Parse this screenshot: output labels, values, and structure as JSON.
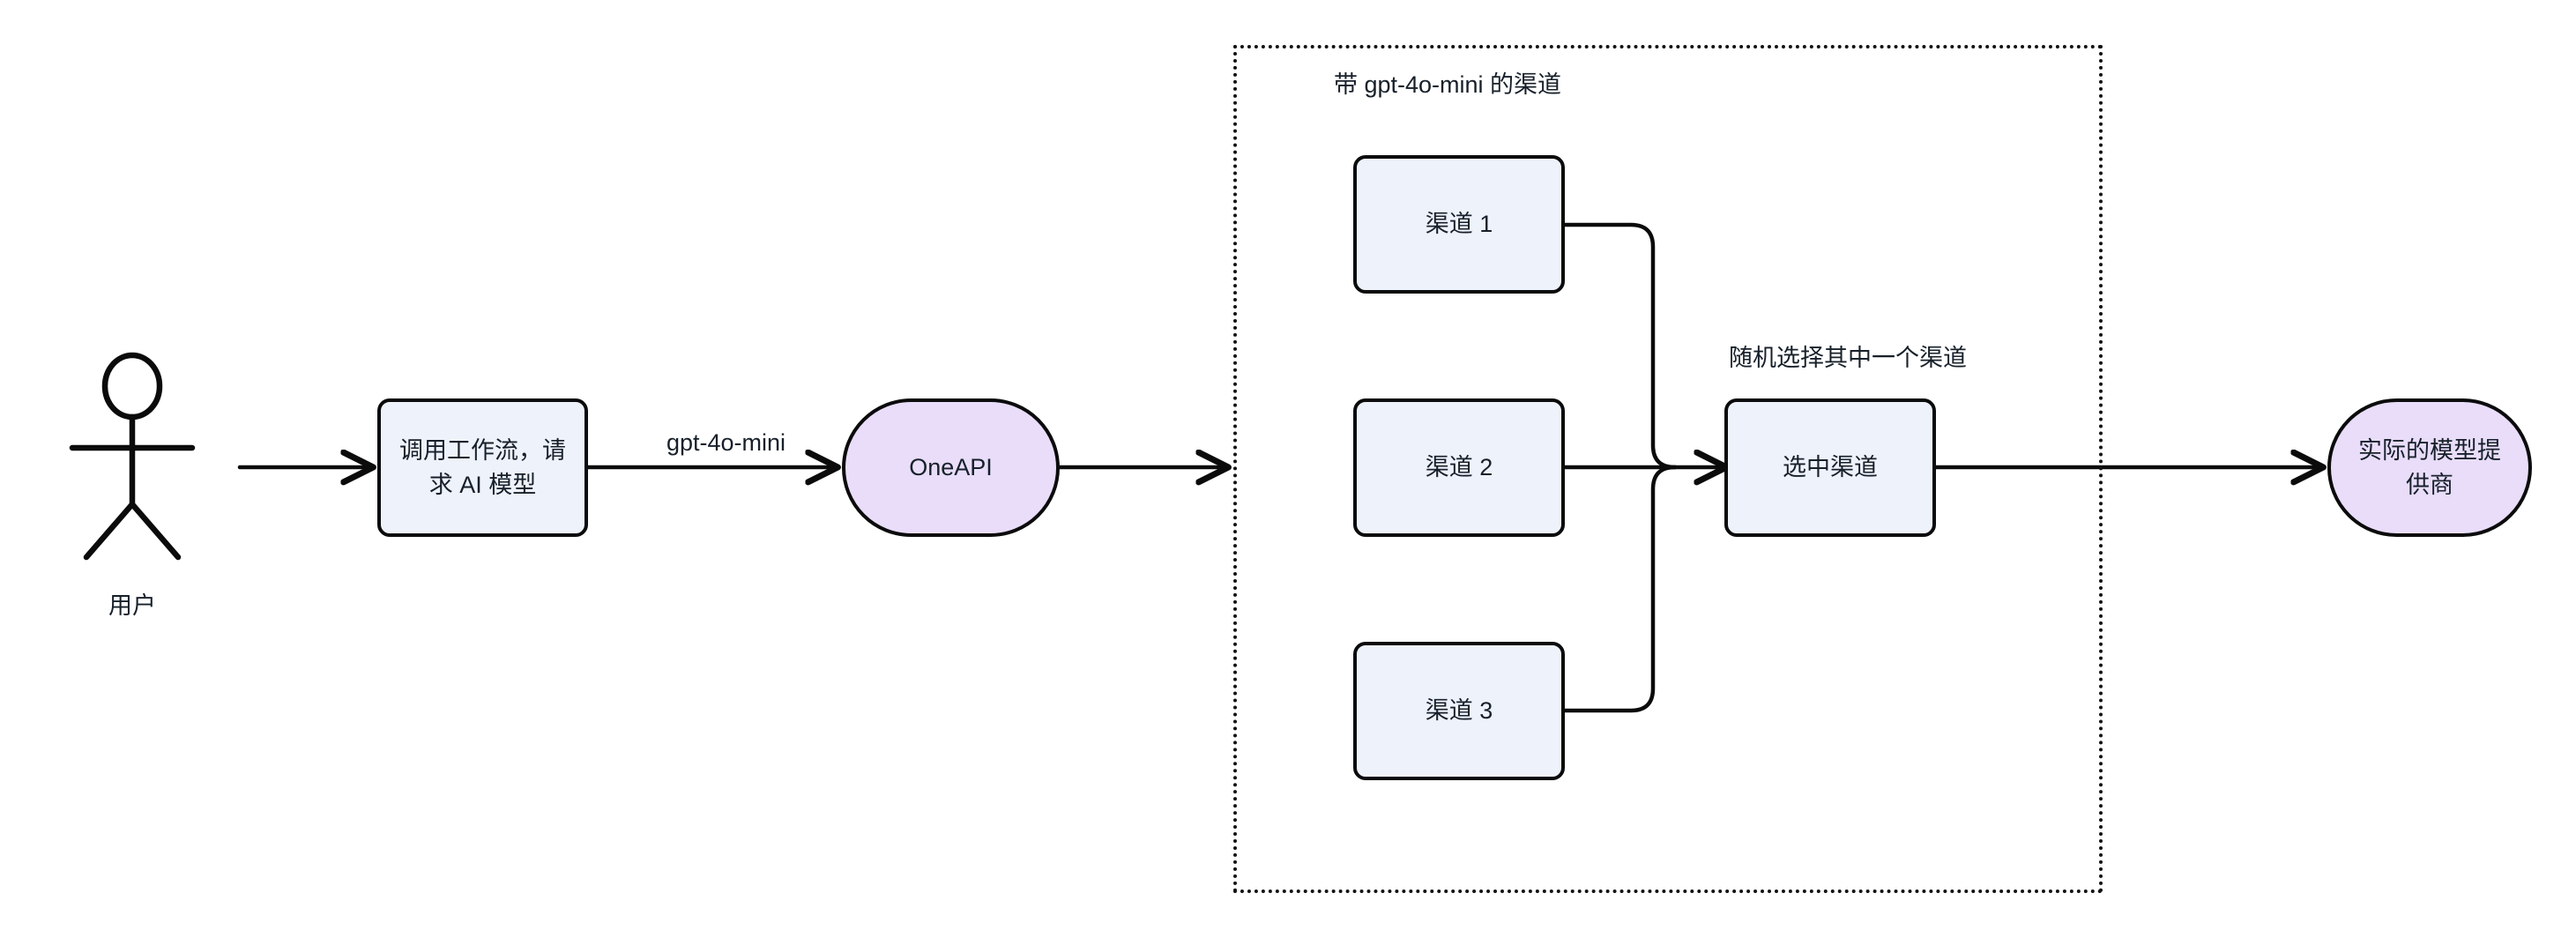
{
  "diagram": {
    "type": "flowchart",
    "direction": "left-to-right",
    "background": "#ffffff",
    "colors": {
      "rect_fill": "#eef2fb",
      "stadium_fill": "#e9ddfa",
      "stroke": "#0b0b0c",
      "text": "#17202a",
      "group_border": "#111214"
    }
  },
  "actor": {
    "name": "stick-figure",
    "label": "用户"
  },
  "nodes": {
    "workflow": {
      "label": "调用工作流，请\n求 AI 模型",
      "shape": "rounded-rect"
    },
    "oneapi": {
      "label": "OneAPI",
      "shape": "stadium"
    },
    "channel1": {
      "label": "渠道 1",
      "shape": "rounded-rect"
    },
    "channel2": {
      "label": "渠道 2",
      "shape": "rounded-rect"
    },
    "channel3": {
      "label": "渠道 3",
      "shape": "rounded-rect"
    },
    "selected_channel": {
      "label": "选中渠道",
      "shape": "rounded-rect"
    },
    "provider": {
      "label": "实际的模型提\n供商",
      "shape": "stadium"
    }
  },
  "group": {
    "title": "带 gpt-4o-mini 的渠道",
    "border_style": "dotted"
  },
  "edge_labels": {
    "model": "gpt-4o-mini",
    "random_select": "随机选择其中一个渠道"
  },
  "edges": [
    {
      "from": "actor",
      "to": "workflow",
      "label": ""
    },
    {
      "from": "workflow",
      "to": "oneapi",
      "label": "gpt-4o-mini"
    },
    {
      "from": "oneapi",
      "to": "group",
      "label": ""
    },
    {
      "from": "channel1",
      "to": "selected_channel",
      "label": ""
    },
    {
      "from": "channel2",
      "to": "selected_channel",
      "label": ""
    },
    {
      "from": "channel3",
      "to": "selected_channel",
      "label": ""
    },
    {
      "from": "selected_channel",
      "to": "provider",
      "label": ""
    }
  ]
}
